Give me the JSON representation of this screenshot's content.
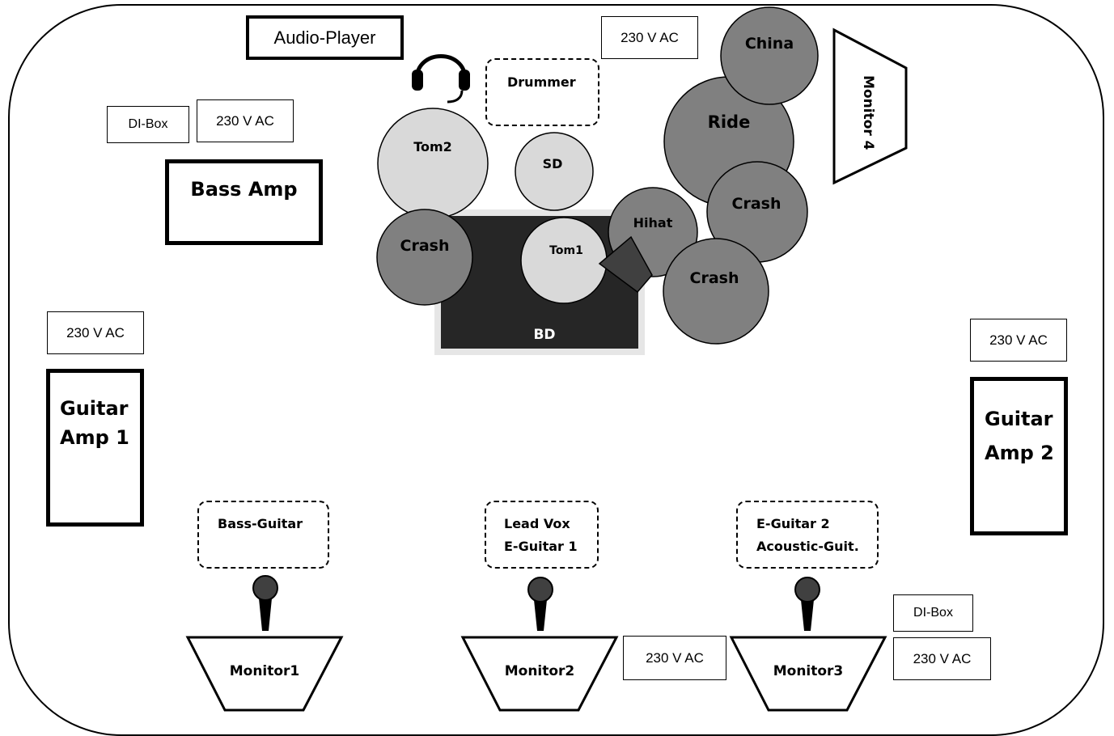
{
  "audio_player": "Audio-Player",
  "di_box_left": "DI-Box",
  "power_bass": "230 V AC",
  "power_drums": "230 V AC",
  "power_guitar1": "230 V AC",
  "power_guitar2": "230 V AC",
  "power_monitor2": "230 V AC",
  "power_monitor3": "230 V AC",
  "di_box_right": "DI-Box",
  "bass_amp": "Bass Amp",
  "guitar_amp_1": {
    "line1": "Guitar",
    "line2": "Amp 1"
  },
  "guitar_amp_2": {
    "line1": "Guitar",
    "line2": "Amp 2"
  },
  "drummer": "Drummer",
  "drums": {
    "tom2": "Tom2",
    "sd": "SD",
    "crash_left": "Crash",
    "tom1": "Tom1",
    "bd": "BD",
    "hihat": "Hihat",
    "china": "China",
    "ride": "Ride",
    "crash_right_upper": "Crash",
    "crash_right_lower": "Crash"
  },
  "monitor4": "Monitor 4",
  "positions": {
    "bass_guitar": "Bass-Guitar",
    "lead_vox_line1": "Lead Vox",
    "lead_vox_line2": "E-Guitar 1",
    "egtr2_line1": "E-Guitar 2",
    "egtr2_line2": "Acoustic-Guit."
  },
  "monitors": {
    "m1": "Monitor1",
    "m2": "Monitor2",
    "m3": "Monitor3"
  },
  "colors": {
    "cymbal": "#808080",
    "drum": "#d9d9d9",
    "bass_drum": "#262626",
    "bass_drum_border": "#e6e6e6"
  }
}
